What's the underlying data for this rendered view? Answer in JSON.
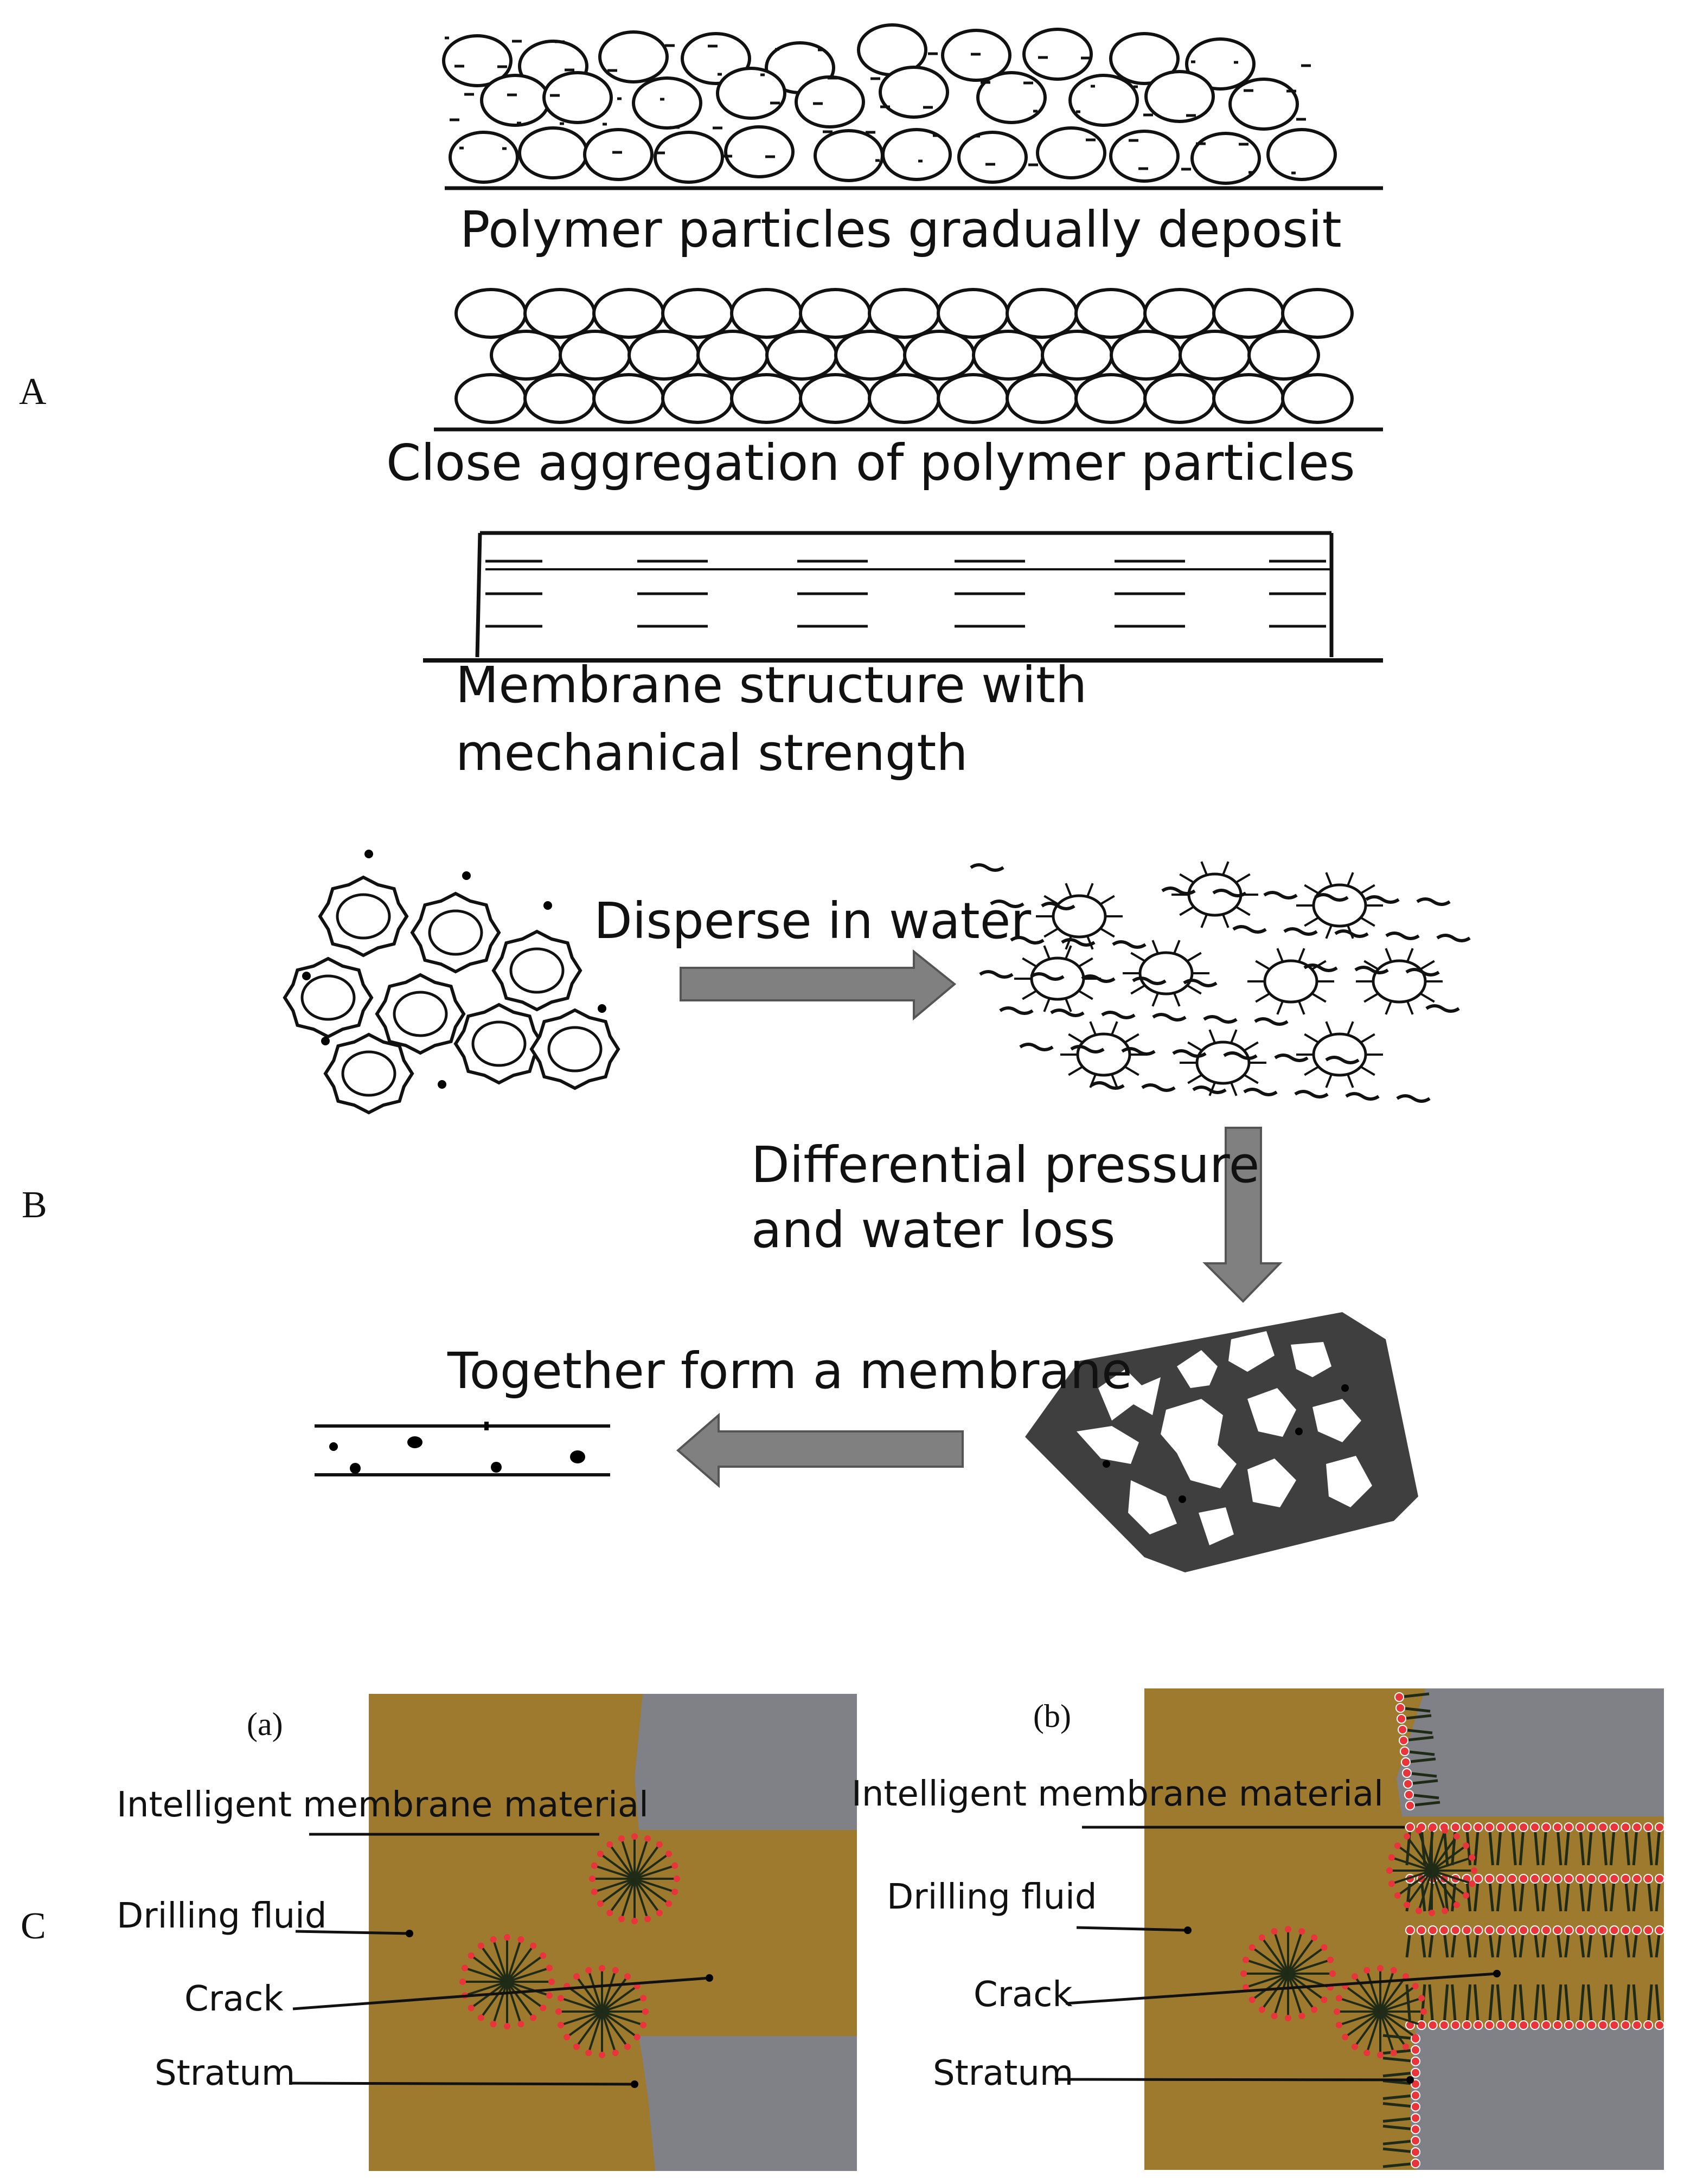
{
  "panels": {
    "A": {
      "letter": "A",
      "step1": "Polymer particles gradually deposit",
      "step2": "Close aggregation of polymer particles",
      "step3_line1": "Membrane structure with",
      "step3_line2": "mechanical strength"
    },
    "B": {
      "letter": "B",
      "disperse": "Disperse in water",
      "pressure_line1": "Differential pressure",
      "pressure_line2": "and water loss",
      "together": "Together form a membrane"
    },
    "C": {
      "letter": "C",
      "sub_a": "(a)",
      "sub_b": "(b)",
      "labels": {
        "membrane": "Intelligent membrane material",
        "fluid": "Drilling fluid",
        "crack": "Crack",
        "stratum": "Stratum"
      }
    }
  },
  "colors": {
    "drilling_fluid": "#9e7a2e",
    "stratum": "#7f8186",
    "membrane_tip": "#e8343a",
    "membrane_chain": "#1f2a17",
    "dark_flake": "#3f3f3f",
    "arrow": "#808080"
  }
}
